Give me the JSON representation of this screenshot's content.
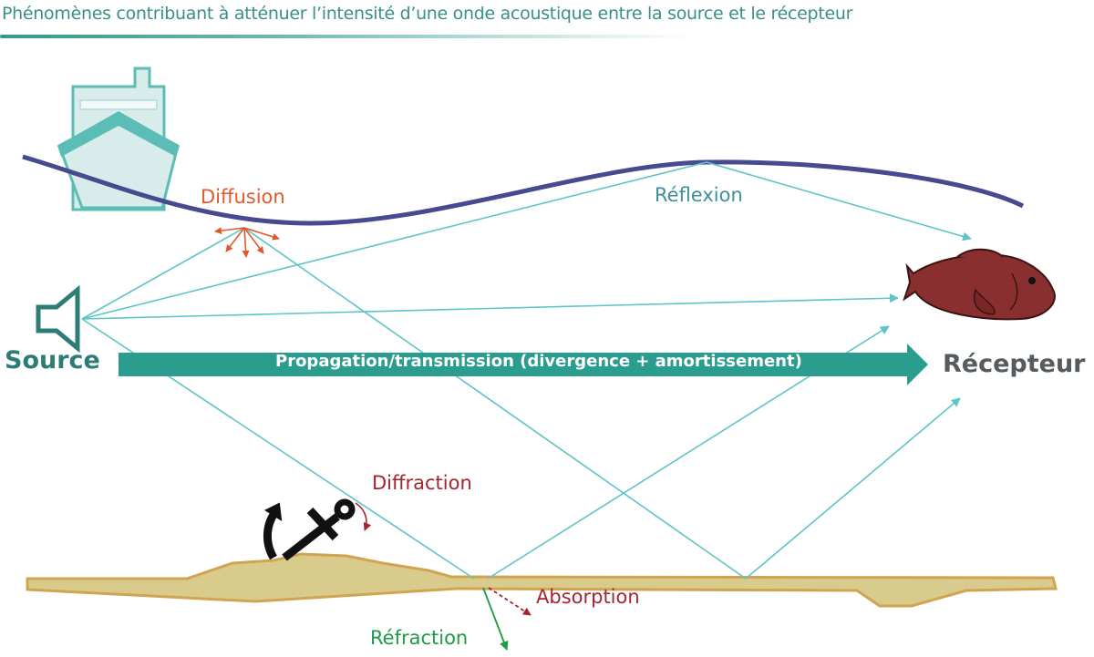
{
  "title": "Phénomènes contribuant à atténuer l’intensité d’une onde acoustique entre la source et le récepteur",
  "labels": {
    "source": "Source",
    "receiver": "Récepteur",
    "propagation": "Propagation/transmission (divergence + amortissement)",
    "diffusion": "Diffusion",
    "reflexion": "Réflexion",
    "diffraction": "Diffraction",
    "absorption": "Absorption",
    "refraction": "Réfraction"
  },
  "colors": {
    "teal": "#2a9d8f",
    "ray": "#5ec4c8",
    "surface": "#464a8f",
    "diffusion": "#e05a2b",
    "diffraction": "#a3262f",
    "refraction": "#1f9a45",
    "seabed_fill": "#d8cb8c",
    "seabed_stroke": "#d1a451",
    "fish": "#8a2f2f"
  }
}
